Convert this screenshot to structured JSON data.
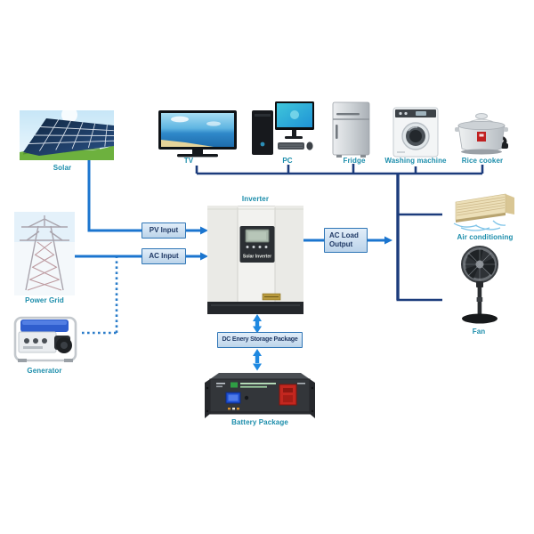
{
  "diagram": {
    "sources": {
      "solar": {
        "label": "Solar"
      },
      "power_grid": {
        "label": "Power Grid"
      },
      "generator": {
        "label": "Generator"
      }
    },
    "loads": {
      "tv": {
        "label": "TV"
      },
      "pc": {
        "label": "PC"
      },
      "fridge": {
        "label": "Fridge"
      },
      "washing_machine": {
        "label": "Washing machine"
      },
      "rice_cooker": {
        "label": "Rice cooker"
      },
      "air_conditioning": {
        "label": "Air conditioning"
      },
      "fan": {
        "label": "Fan"
      }
    },
    "inverter": {
      "label": "Inverter",
      "panel_text": "Solar Inverter"
    },
    "battery": {
      "label": "Battery Package"
    },
    "flows": {
      "pv_input": "PV Input",
      "ac_input": "AC Input",
      "ac_load_output": "AC Load Output",
      "dc_storage": "DC Enery Storage Package"
    },
    "colors": {
      "arrow_blue": "#1b75cf",
      "bus_navy": "#1c3c7c",
      "dotted_blue": "#2a7cc9",
      "label_teal": "#1b8dab",
      "box_fill": "#cfe1f2",
      "box_border": "#2e75b6",
      "box_text": "#1f3864"
    }
  }
}
